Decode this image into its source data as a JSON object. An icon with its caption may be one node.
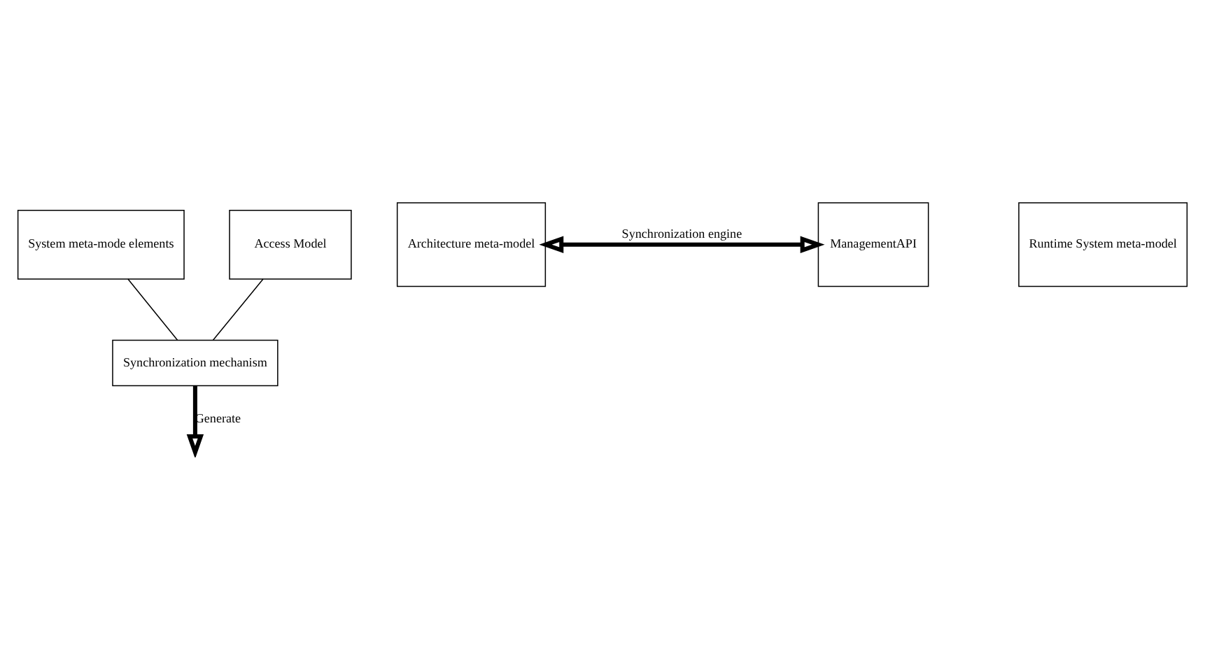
{
  "diagram": {
    "nodes": [
      {
        "text": [
          "System meta-mode elements"
        ]
      },
      {
        "text": [
          "Access Model"
        ]
      },
      {
        "text": [
          "Synchronization mechanism"
        ]
      },
      {
        "text": [
          "Architecture meta-model"
        ]
      },
      {
        "text": [
          "ManagementAPI"
        ]
      },
      {
        "text": [
          "Runtime System meta-model"
        ]
      }
    ],
    "edges": [
      {
        "from": 0,
        "to": 2,
        "arrow": "none"
      },
      {
        "from": 1,
        "to": 2,
        "arrow": "none"
      },
      {
        "from": 2,
        "to": null,
        "arrow": "to",
        "label": "Generate",
        "style": "thick"
      },
      {
        "from": 3,
        "to": 4,
        "arrow": "both",
        "label": "Synchronization engine",
        "style": "thick"
      }
    ]
  }
}
